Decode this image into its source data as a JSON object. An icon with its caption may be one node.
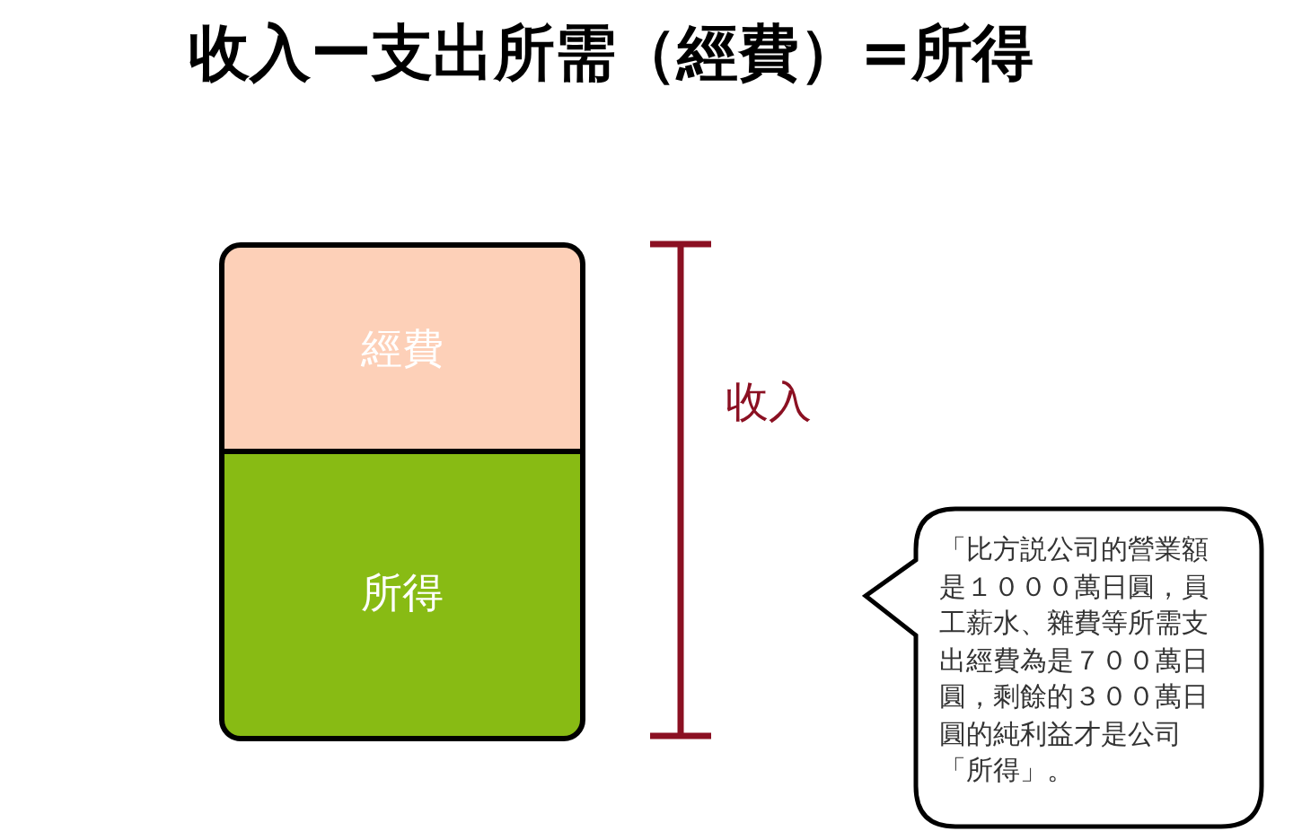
{
  "diagram": {
    "title": "收入ー支出所需（經費）=所得",
    "nodes": [
      {
        "text": [
          "經費"
        ]
      },
      {
        "text": [
          "所得"
        ]
      },
      {
        "text": [
          "「比方説公司的營業額是１０００萬日圓，員工薪水、雜費等所需支出經費為是７００萬日圓，剩餘的３００萬日圓的純利益才是公司「所得」。"
        ]
      }
    ],
    "labels": [
      "收入"
    ]
  }
}
